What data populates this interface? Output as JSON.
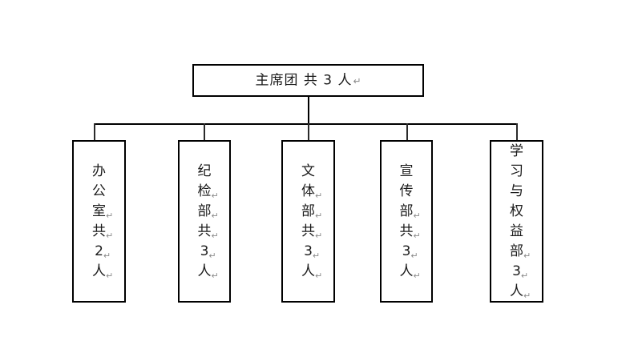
{
  "chart": {
    "title_node": {
      "text": "主席团 共 3 人",
      "return_mark": "↵"
    },
    "children": [
      {
        "name": "office-node",
        "chars": [
          {
            "ch": "办",
            "ret": ""
          },
          {
            "ch": "公",
            "ret": ""
          },
          {
            "ch": "室",
            "ret": "↵"
          },
          {
            "ch": "共",
            "ret": "↵"
          },
          {
            "ch": "2",
            "ret": "↵"
          },
          {
            "ch": "人",
            "ret": "↵"
          }
        ],
        "plain_text": "办公室共2人"
      },
      {
        "name": "discipline-node",
        "chars": [
          {
            "ch": "纪",
            "ret": ""
          },
          {
            "ch": "检",
            "ret": "↵"
          },
          {
            "ch": "部",
            "ret": "↵"
          },
          {
            "ch": "共",
            "ret": "↵"
          },
          {
            "ch": "3",
            "ret": "↵"
          },
          {
            "ch": "人",
            "ret": "↵"
          }
        ],
        "plain_text": "纪检部共3人"
      },
      {
        "name": "culture-sports-node",
        "chars": [
          {
            "ch": "文",
            "ret": ""
          },
          {
            "ch": "体",
            "ret": "↵"
          },
          {
            "ch": "部",
            "ret": "↵"
          },
          {
            "ch": "共",
            "ret": "↵"
          },
          {
            "ch": "3",
            "ret": "↵"
          },
          {
            "ch": "人",
            "ret": "↵"
          }
        ],
        "plain_text": "文体部共3人"
      },
      {
        "name": "publicity-node",
        "chars": [
          {
            "ch": "宣",
            "ret": ""
          },
          {
            "ch": "传",
            "ret": ""
          },
          {
            "ch": "部",
            "ret": "↵"
          },
          {
            "ch": "共",
            "ret": "↵"
          },
          {
            "ch": "3",
            "ret": "↵"
          },
          {
            "ch": "人",
            "ret": "↵"
          }
        ],
        "plain_text": "宣传部共3人"
      },
      {
        "name": "study-rights-node",
        "chars": [
          {
            "ch": "学",
            "ret": ""
          },
          {
            "ch": "习",
            "ret": ""
          },
          {
            "ch": "与",
            "ret": ""
          },
          {
            "ch": "权",
            "ret": ""
          },
          {
            "ch": "益",
            "ret": ""
          },
          {
            "ch": "部",
            "ret": "↵"
          },
          {
            "ch": "3",
            "ret": "↵"
          },
          {
            "ch": "人",
            "ret": "↵"
          }
        ],
        "plain_text": "学习与权益部3人"
      }
    ],
    "colors": {
      "line": "#000000",
      "text": "#1a1a1a",
      "return_mark": "#8a8a8a",
      "background": "#ffffff"
    }
  }
}
